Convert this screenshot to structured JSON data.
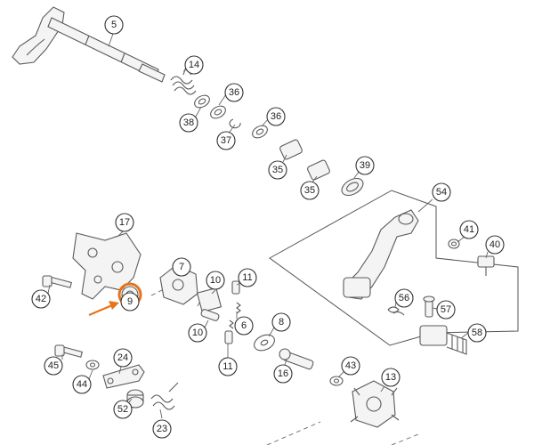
{
  "diagram": {
    "highlight_color": "#e8731a",
    "callouts": [
      {
        "id": "c5",
        "label": "5"
      },
      {
        "id": "c14",
        "label": "14"
      },
      {
        "id": "c36a",
        "label": "36"
      },
      {
        "id": "c38",
        "label": "38"
      },
      {
        "id": "c37",
        "label": "37"
      },
      {
        "id": "c36b",
        "label": "36"
      },
      {
        "id": "c39",
        "label": "39"
      },
      {
        "id": "c35a",
        "label": "35"
      },
      {
        "id": "c35b",
        "label": "35"
      },
      {
        "id": "c54",
        "label": "54"
      },
      {
        "id": "c41",
        "label": "41"
      },
      {
        "id": "c40",
        "label": "40"
      },
      {
        "id": "c17",
        "label": "17"
      },
      {
        "id": "c7",
        "label": "7"
      },
      {
        "id": "c10a",
        "label": "10"
      },
      {
        "id": "c11a",
        "label": "11"
      },
      {
        "id": "c42",
        "label": "42"
      },
      {
        "id": "c9",
        "label": "9"
      },
      {
        "id": "c56",
        "label": "56"
      },
      {
        "id": "c57",
        "label": "57"
      },
      {
        "id": "c58",
        "label": "58"
      },
      {
        "id": "c6",
        "label": "6"
      },
      {
        "id": "c8",
        "label": "8"
      },
      {
        "id": "c10b",
        "label": "10"
      },
      {
        "id": "c11b",
        "label": "11"
      },
      {
        "id": "c45",
        "label": "45"
      },
      {
        "id": "c24",
        "label": "24"
      },
      {
        "id": "c44",
        "label": "44"
      },
      {
        "id": "c16",
        "label": "16"
      },
      {
        "id": "c43",
        "label": "43"
      },
      {
        "id": "c13",
        "label": "13"
      },
      {
        "id": "c52",
        "label": "52"
      },
      {
        "id": "c23",
        "label": "23"
      }
    ]
  }
}
